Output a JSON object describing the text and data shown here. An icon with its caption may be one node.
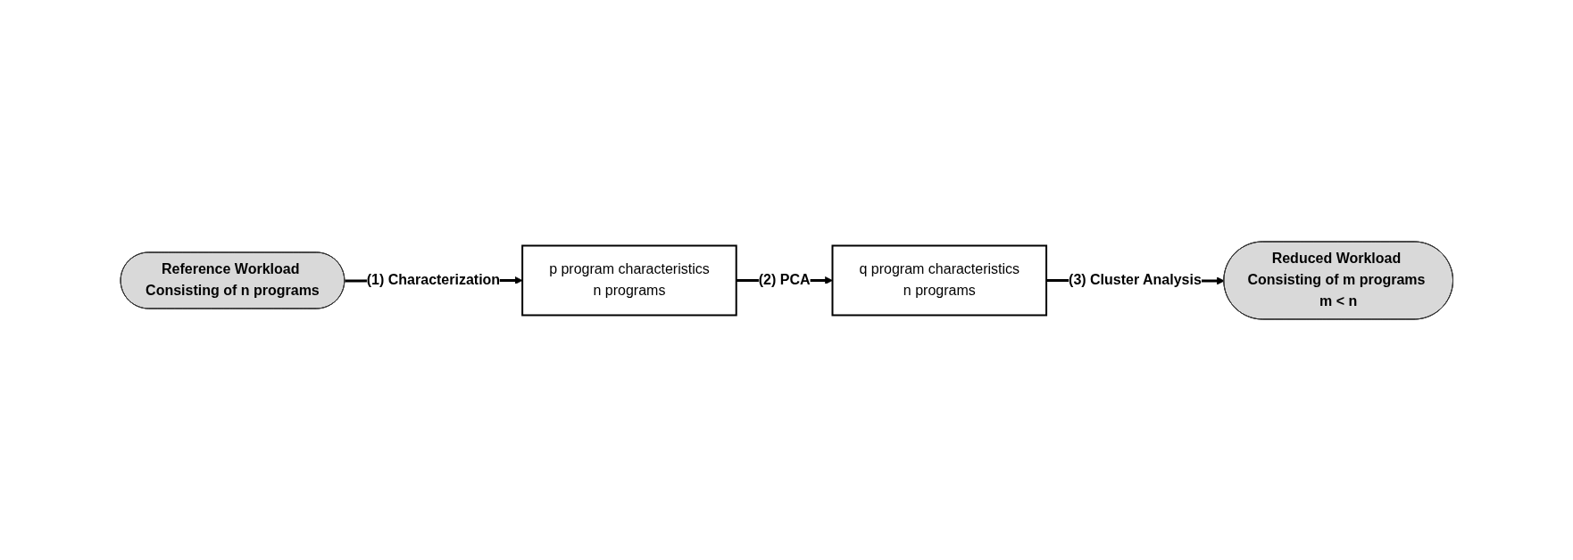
{
  "diagram": {
    "nodes": [
      {
        "text": [
          "Reference Workload Consisting of n programs"
        ]
      },
      {
        "text": [
          "p program characteristics",
          "n programs"
        ]
      },
      {
        "text": [
          "q program characteristics",
          "n programs"
        ]
      },
      {
        "text": [
          "Reduced Workload Consisting of m programs m < n"
        ]
      }
    ],
    "edges": [
      {
        "from": 0,
        "to": 1,
        "arrow": "to",
        "label": "(1) Characterization"
      },
      {
        "from": 1,
        "to": 2,
        "arrow": "to",
        "label": "(2) PCA"
      },
      {
        "from": 2,
        "to": 3,
        "arrow": "to",
        "label": "(3) Cluster Analysis"
      }
    ]
  }
}
